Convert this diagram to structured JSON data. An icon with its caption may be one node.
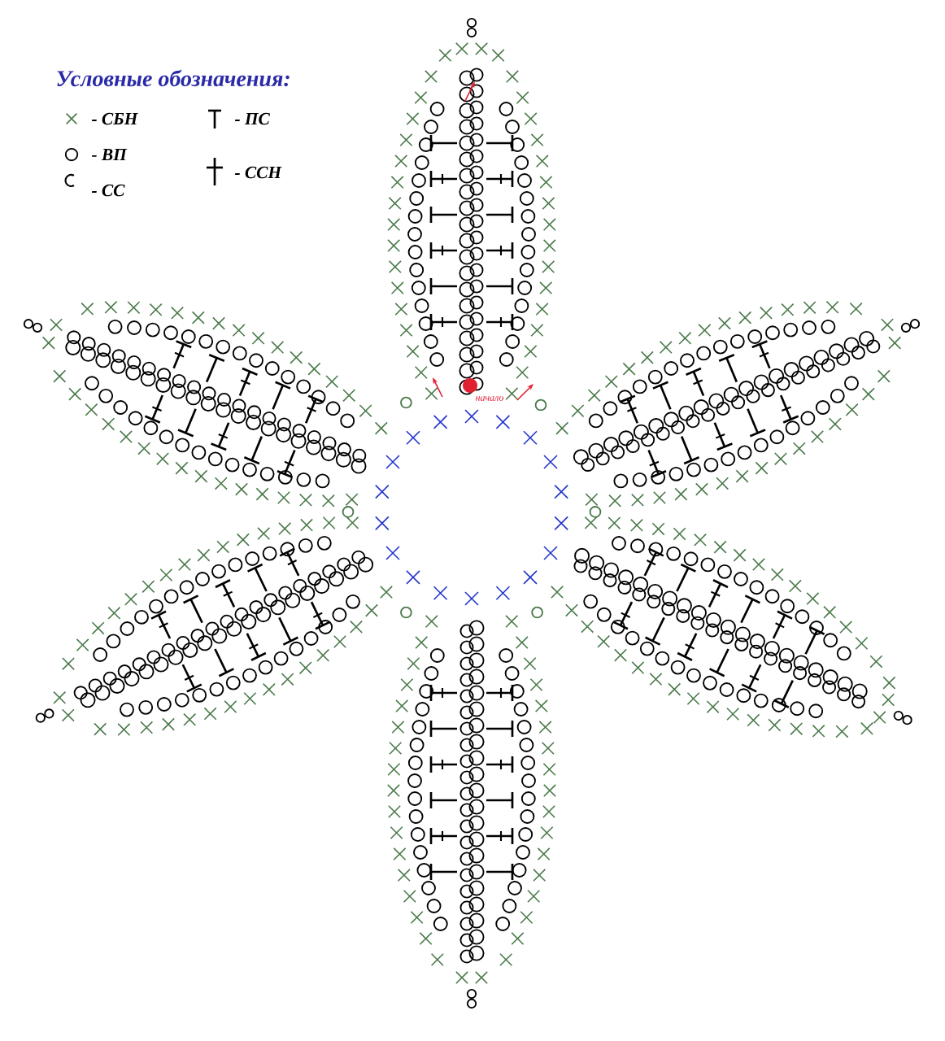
{
  "diagram": {
    "title": "Условные обозначения:",
    "labels": [
      "начало"
    ],
    "legend": [
      {
        "text": "- СБН"
      },
      {
        "text": "- ВП"
      },
      {
        "text": "- СС"
      },
      {
        "text": "- ПС"
      },
      {
        "text": "- ССН"
      }
    ]
  }
}
